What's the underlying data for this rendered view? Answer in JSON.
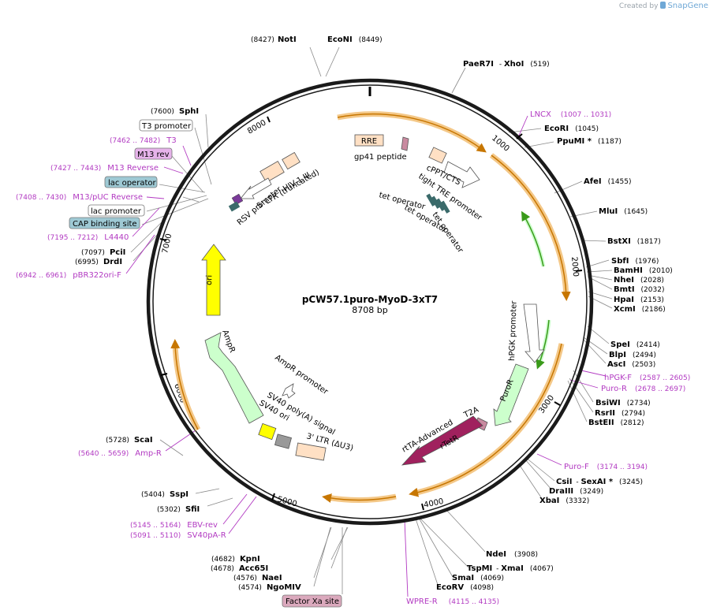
{
  "credit": {
    "prefix": "Created by",
    "brand": "SnapGene"
  },
  "plasmid": {
    "name": "pCW57.1puro-MyoD-3xT7",
    "size": "8708 bp"
  },
  "ticks": [
    "1000",
    "2000",
    "3000",
    "4000",
    "5000",
    "6000",
    "7000",
    "8000"
  ],
  "enzymes": [
    {
      "id": "noti",
      "name": "NotI",
      "pos": "(8427)"
    },
    {
      "id": "econi",
      "name": "EcoNI",
      "pos": "(8449)"
    },
    {
      "id": "paer7i",
      "name": "PaeR7I",
      "extra": " - ",
      "name2": "XhoI",
      "pos": "(519)"
    },
    {
      "id": "ecori",
      "name": "EcoRI",
      "pos": "(1045)"
    },
    {
      "id": "ppumi",
      "name": "PpuMI *",
      "pos": "(1187)"
    },
    {
      "id": "afei",
      "name": "AfeI",
      "pos": "(1455)"
    },
    {
      "id": "mlui",
      "name": "MluI",
      "pos": "(1645)"
    },
    {
      "id": "bstxi",
      "name": "BstXI",
      "pos": "(1817)"
    },
    {
      "id": "sbfi",
      "name": "SbfI",
      "pos": "(1976)"
    },
    {
      "id": "bamhi",
      "name": "BamHI",
      "pos": "(2010)"
    },
    {
      "id": "nhei",
      "name": "NheI",
      "pos": "(2028)"
    },
    {
      "id": "bmti",
      "name": "BmtI",
      "pos": "(2032)"
    },
    {
      "id": "hpai",
      "name": "HpaI",
      "pos": "(2153)"
    },
    {
      "id": "xcmi",
      "name": "XcmI",
      "pos": "(2186)"
    },
    {
      "id": "spei",
      "name": "SpeI",
      "pos": "(2414)"
    },
    {
      "id": "blpi",
      "name": "BlpI",
      "pos": "(2494)"
    },
    {
      "id": "asci",
      "name": "AscI",
      "pos": "(2503)"
    },
    {
      "id": "bsiwi",
      "name": "BsiWI",
      "pos": "(2734)"
    },
    {
      "id": "rsrii",
      "name": "RsrII",
      "pos": "(2794)"
    },
    {
      "id": "bsteii",
      "name": "BstEII",
      "pos": "(2812)"
    },
    {
      "id": "csii",
      "name": "CsiI",
      "extra": " - ",
      "name2": "SexAI *",
      "pos": "(3245)"
    },
    {
      "id": "draiii",
      "name": "DraIII",
      "pos": "(3249)"
    },
    {
      "id": "xbai",
      "name": "XbaI",
      "pos": "(3332)"
    },
    {
      "id": "ndei",
      "name": "NdeI",
      "pos": "(3908)"
    },
    {
      "id": "tspmi",
      "name": "TspMI",
      "extra": " - ",
      "name2": "XmaI",
      "pos": "(4067)"
    },
    {
      "id": "smai",
      "name": "SmaI",
      "pos": "(4069)"
    },
    {
      "id": "ecorv",
      "name": "EcoRV",
      "pos": "(4098)"
    },
    {
      "id": "kpni",
      "name": "KpnI",
      "pos": "(4682)"
    },
    {
      "id": "acc65i",
      "name": "Acc65I",
      "pos": "(4678)"
    },
    {
      "id": "naei",
      "name": "NaeI",
      "pos": "(4576)"
    },
    {
      "id": "ngomiv",
      "name": "NgoMIV",
      "pos": "(4574)"
    },
    {
      "id": "sfii",
      "name": "SfiI",
      "pos": "(5302)"
    },
    {
      "id": "sspi",
      "name": "SspI",
      "pos": "(5404)"
    },
    {
      "id": "scai",
      "name": "ScaI",
      "pos": "(5728)"
    },
    {
      "id": "drdi",
      "name": "DrdI",
      "pos": "(6995)"
    },
    {
      "id": "pcii",
      "name": "PciI",
      "pos": "(7097)"
    },
    {
      "id": "sphi",
      "name": "SphI",
      "pos": "(7600)"
    }
  ],
  "primers": [
    {
      "id": "lncx",
      "name": "LNCX",
      "pos": "(1007 .. 1031)"
    },
    {
      "id": "hpgkf",
      "name": "hPGK-F",
      "pos": "(2587 .. 2605)"
    },
    {
      "id": "puror",
      "name": "Puro-R",
      "pos": "(2678 .. 2697)"
    },
    {
      "id": "purof",
      "name": "Puro-F",
      "pos": "(3174 .. 3194)"
    },
    {
      "id": "wprer",
      "name": "WPRE-R",
      "pos": "(4115 .. 4135)"
    },
    {
      "id": "ebvrev",
      "name": "EBV-rev",
      "pos": "(5145 .. 5164)"
    },
    {
      "id": "sv40par",
      "name": "SV40pA-R",
      "pos": "(5091 .. 5110)"
    },
    {
      "id": "ampr",
      "name": "Amp-R",
      "pos": "(5640 .. 5659)"
    },
    {
      "id": "pbr322",
      "name": "pBR322ori-F",
      "pos": "(6942 .. 6961)"
    },
    {
      "id": "l4440",
      "name": "L4440",
      "pos": "(7195 .. 7212)"
    },
    {
      "id": "m13puc",
      "name": "M13/pUC Reverse",
      "pos": "(7408 .. 7430)"
    },
    {
      "id": "m13rev",
      "name": "M13 Reverse",
      "pos": "(7427 .. 7443)"
    },
    {
      "id": "t3",
      "name": "T3",
      "pos": "(7462 .. 7482)"
    }
  ],
  "boxed_labels": {
    "t3_promoter": "T3 promoter",
    "m13_rev": "M13 rev",
    "lac_operator": "lac operator",
    "lac_promoter": "lac promoter",
    "cap_site": "CAP binding site",
    "factor_xa": "Factor Xa site"
  },
  "features": {
    "rre": "RRE",
    "gp41": "gp41 peptide",
    "cppt": "cPPT/CTS",
    "tre": "tight TRE promoter",
    "tet1": "tet operator",
    "tet2": "tet operator",
    "tet3": "tet operator",
    "hiv": "HIV-1 Ψ",
    "ltr5": "5' LTR (truncated)",
    "rsv": "RSV promoter",
    "ori": "ori",
    "ampr": "AmpR",
    "amprprom": "AmpR promoter",
    "sv40pa": "SV40 poly(A) signal",
    "sv40ori": "SV40 ori",
    "ltr3": "3' LTR (ΔU3)",
    "hpgk": "hPGK promoter",
    "puror": "PuroR",
    "t2a": "T2A",
    "rtta": "rtTA-Advanced",
    "rtetr": "rTetR"
  },
  "colors": {
    "backbone": "#1a1a1a",
    "primer": "#b23ac2",
    "orf_band": "#f4c888",
    "orf_arrow": "#c77600",
    "ori": "#ffff00",
    "ampr": "#ccffcc",
    "ltr": "#ffe0c4",
    "rtetr": "#a0215e",
    "lac_box": "#9ec9d4",
    "m13_box": "#e6b3ea",
    "factor_xa_box": "#dba9bd"
  }
}
